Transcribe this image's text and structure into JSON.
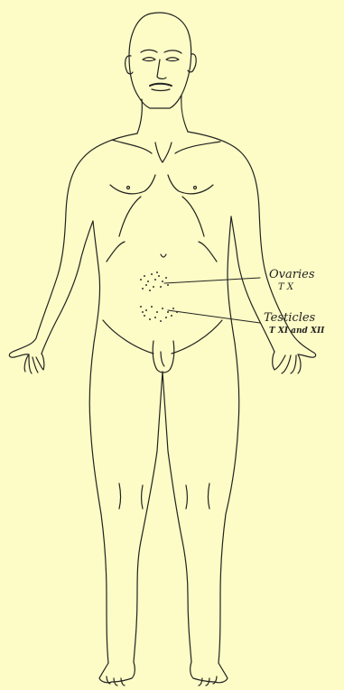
{
  "labels": {
    "ovaries": "Ovaries",
    "ovaries_segment": "T X",
    "testicles": "Testicles",
    "testicles_segment": "T XI and XII"
  },
  "colors": {
    "paper": "#fdfcc6",
    "ink": "#222222"
  }
}
